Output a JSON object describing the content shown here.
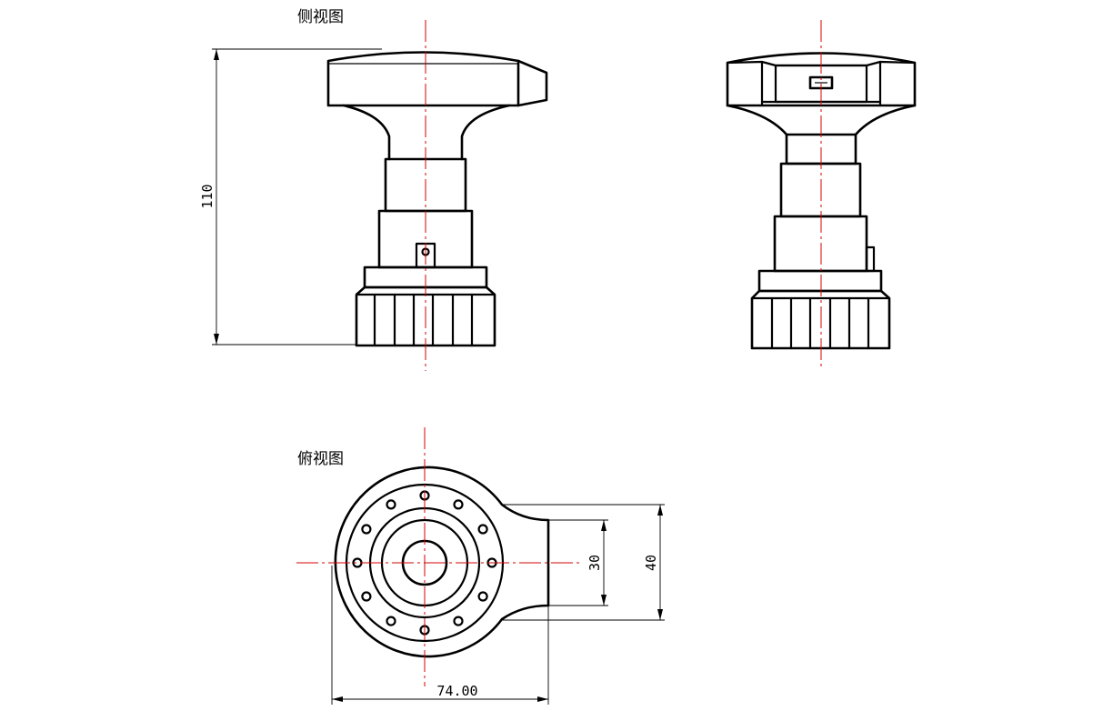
{
  "views": {
    "side_label": "侧视图",
    "top_label": "俯视图"
  },
  "dimensions": {
    "height": "110",
    "width": "74.00",
    "inner_flat": "30",
    "outer_flat": "40"
  },
  "colors": {
    "line": "#000000",
    "centerline": "#d40000",
    "background": "#ffffff"
  },
  "top_view": {
    "bolt_hole_count": 12
  }
}
